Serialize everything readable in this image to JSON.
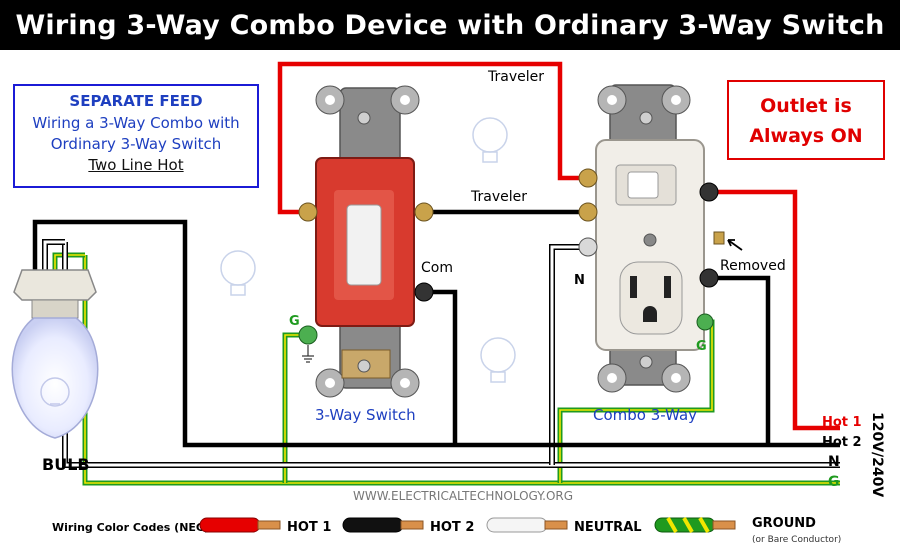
{
  "title": "Wiring 3-Way Combo Device with Ordinary 3-Way Switch",
  "feed_box": {
    "heading": "SEPARATE FEED",
    "line1": "Wiring a 3-Way Combo with",
    "line2": "Ordinary 3-Way Switch",
    "line3": "Two Line Hot"
  },
  "outlet_box": {
    "line1": "Outlet is",
    "line2": "Always ON"
  },
  "labels": {
    "traveler_top": "Traveler",
    "traveler_mid": "Traveler",
    "com": "Com",
    "g_switch": "G",
    "n_combo": "N",
    "g_combo": "G",
    "removed": "Removed",
    "switch_name": "3-Way Switch",
    "combo_name": "Combo 3-Way",
    "bulb": "BULB",
    "hot1": "Hot 1",
    "hot2": "Hot 2",
    "n_line": "N",
    "g_line": "G",
    "voltage": "120V/240V",
    "website": "WWW.ELECTRICALTECHNOLOGY.ORG"
  },
  "legend": {
    "heading": "Wiring Color Codes (NEC)",
    "hot1": "HOT 1",
    "hot2": "HOT 2",
    "neutral": "NEUTRAL",
    "ground": "GROUND",
    "ground_note": "(or Bare Conductor)"
  },
  "colors": {
    "hot1": "#e60000",
    "hot2": "#000000",
    "neutral": "#ffffff",
    "ground": "#1f9a1f",
    "ground_stripe": "#f2e600",
    "switch_body": "#d83a2e",
    "title_bg": "#000000",
    "blue_text": "#1e3fc0"
  }
}
